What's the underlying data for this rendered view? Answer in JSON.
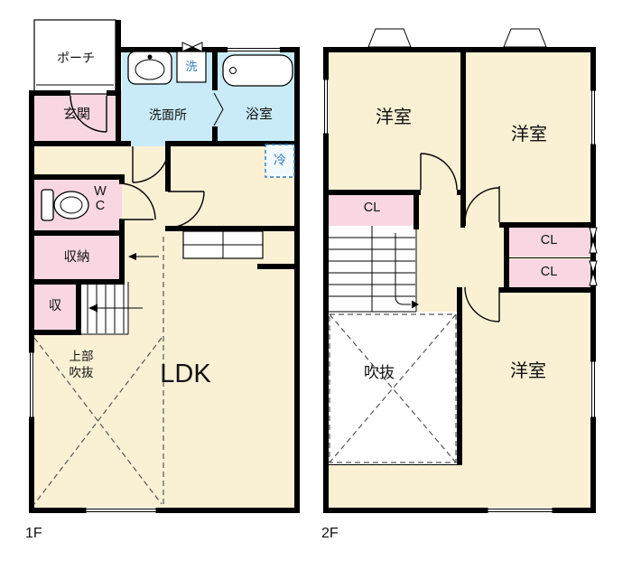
{
  "colors": {
    "room": "#FAF0D4",
    "wet": "#C9EBF8",
    "closet": "#F8D7E3",
    "accent": "#2B7BC0",
    "wall": "#000000"
  },
  "floor1": {
    "name": "1F",
    "labels": {
      "porch": "ポーチ",
      "entrance": "玄関",
      "washroom": "洗面所",
      "washer": "洗",
      "bathroom": "浴室",
      "refrigerator": "冷",
      "toilet": "WC",
      "storage": "収納",
      "storage_small": "収",
      "upper_void": "上部\n吹抜",
      "ldk": "LDK"
    }
  },
  "floor2": {
    "name": "2F",
    "labels": {
      "bedroom_a": "洋室",
      "bedroom_b": "洋室",
      "bedroom_c": "洋室",
      "closet_a": "CL",
      "closet_b": "CL",
      "closet_c": "CL",
      "void": "吹抜"
    }
  }
}
